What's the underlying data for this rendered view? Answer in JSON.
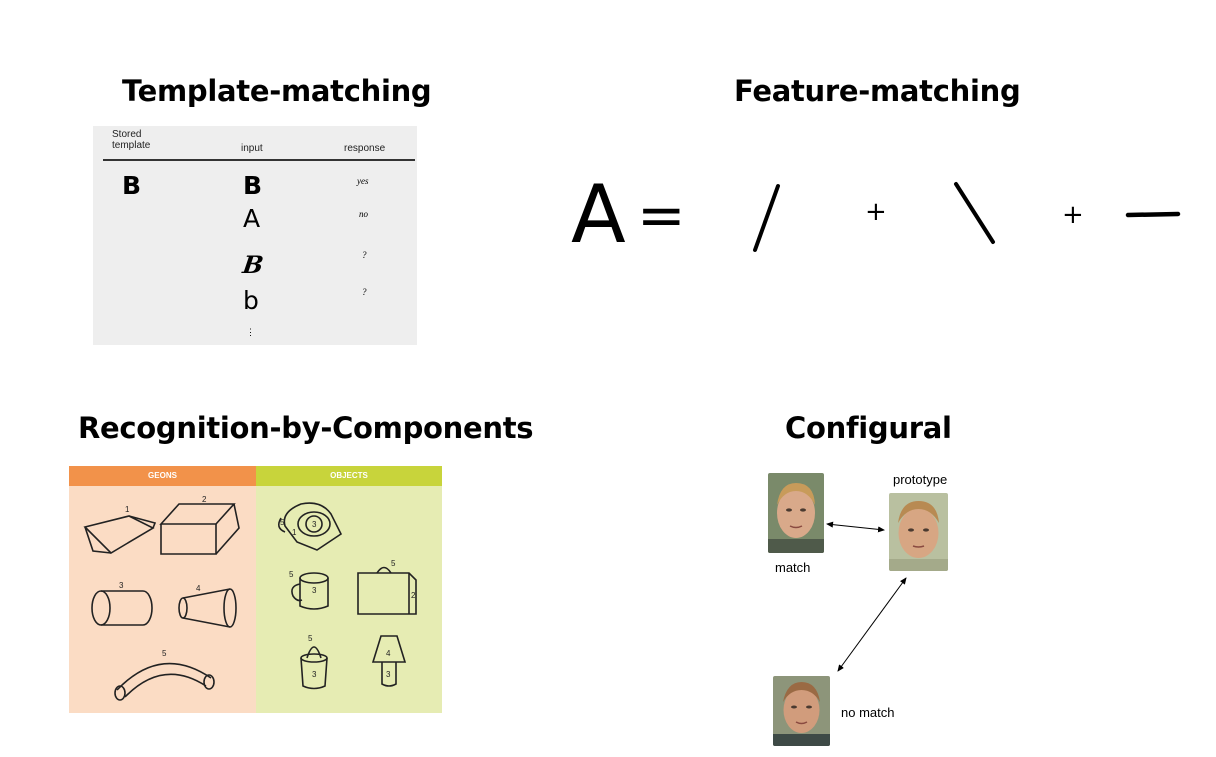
{
  "template_matching": {
    "title": "Template-matching",
    "header_stored": "Stored\ntemplate",
    "header_input": "input",
    "header_response": "response",
    "stored": "B",
    "rows": [
      {
        "input": "B",
        "response": "yes"
      },
      {
        "input": "A",
        "response": "no"
      },
      {
        "input": "B",
        "response": "?"
      },
      {
        "input": "b",
        "response": "?"
      }
    ],
    "ellipsis": "⋮"
  },
  "feature_matching": {
    "title": "Feature-matching",
    "letter": "A",
    "equals": "=",
    "plus": "+"
  },
  "rbc": {
    "title": "Recognition-by-Components",
    "geons_label": "GEONS",
    "objects_label": "OBJECTS",
    "geon_numbers": [
      "1",
      "2",
      "3",
      "4",
      "5"
    ],
    "object_numbers": [
      "5",
      "3",
      "1",
      "5",
      "3",
      "5",
      "2",
      "5",
      "3",
      "4",
      "3"
    ]
  },
  "configural": {
    "title": "Configural",
    "prototype_label": "prototype",
    "match_label": "match",
    "no_match_label": "no match"
  }
}
